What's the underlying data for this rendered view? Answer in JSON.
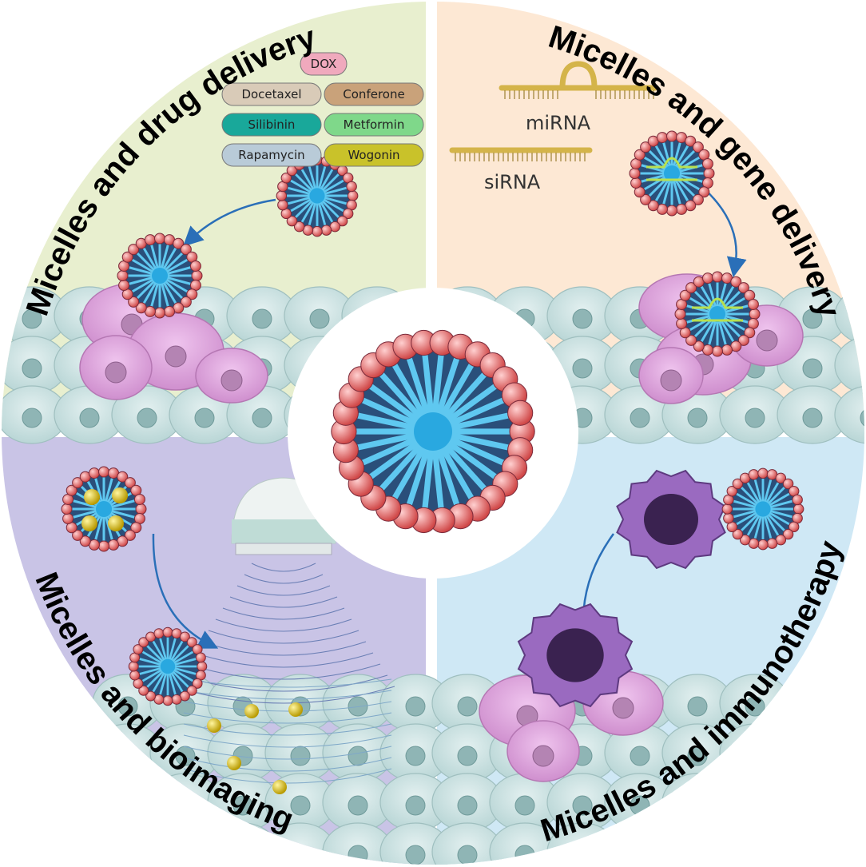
{
  "quadrants": {
    "drug": {
      "title": "Micelles and drug delivery",
      "bg": "#e8efcf"
    },
    "gene": {
      "title": "Micelles and gene delivery",
      "bg": "#fde8d4"
    },
    "imaging": {
      "title": "Micelles and bioimaging",
      "bg": "#c9c4e6"
    },
    "immuno": {
      "title": "Micelles and immunotherapy",
      "bg": "#cfe8f5"
    }
  },
  "drugs": [
    {
      "name": "DOX",
      "color": "#f0a9bd"
    },
    {
      "name": "Docetaxel",
      "color": "#d9cbb8"
    },
    {
      "name": "Conferone",
      "color": "#c9a27a"
    },
    {
      "name": "Silibinin",
      "color": "#19a89a"
    },
    {
      "name": "Metformin",
      "color": "#7fd88a"
    },
    {
      "name": "Rapamycin",
      "color": "#b9cbd8"
    },
    {
      "name": "Wogonin",
      "color": "#c9c22a"
    }
  ],
  "rna": {
    "mirna": "miRNA",
    "sirna": "siRNA",
    "color": "#d4b44a"
  },
  "colors": {
    "bead": "#e05a5a",
    "core": "#29a8e0",
    "cell": "#c9e0e0",
    "tumor": "#e3a6e0",
    "arrow": "#2a6fb8"
  }
}
